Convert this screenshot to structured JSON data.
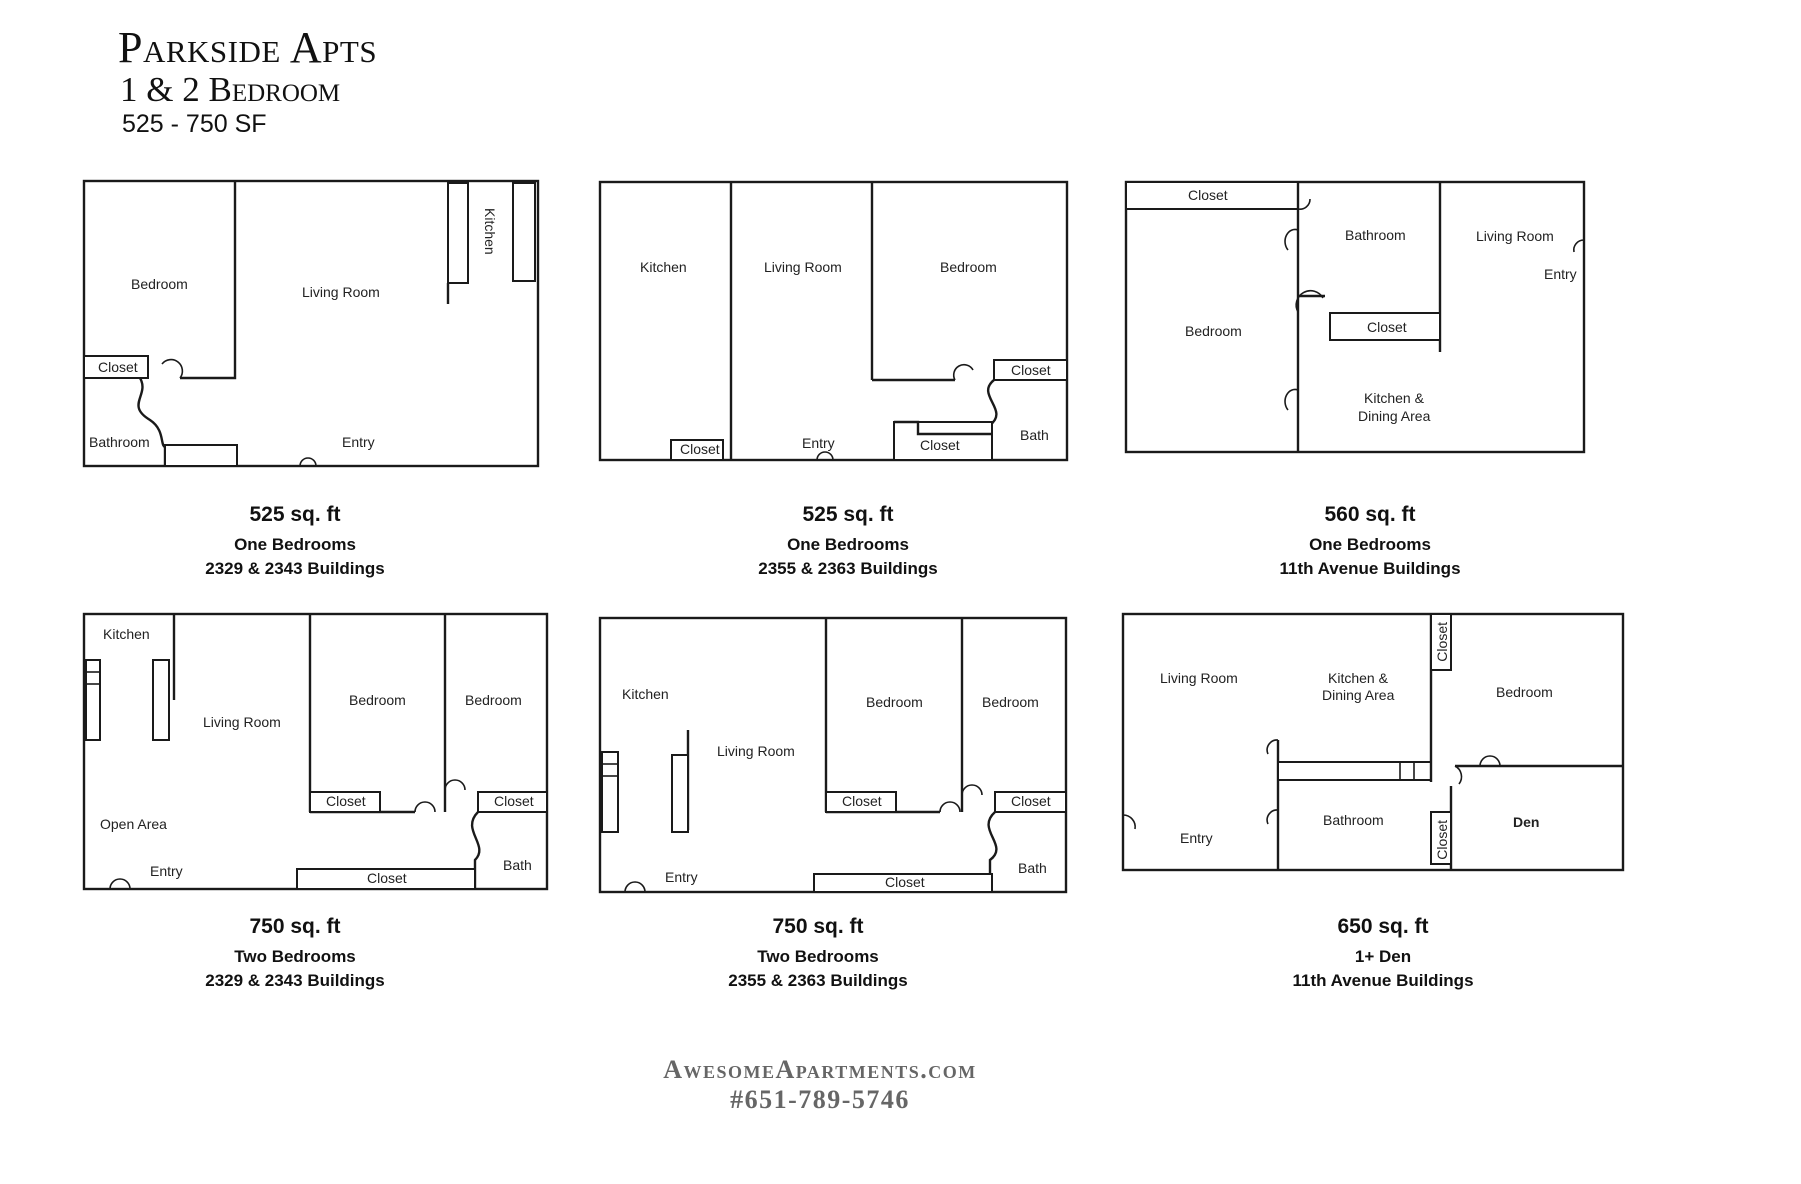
{
  "header": {
    "title": "Parkside Apts",
    "subtitle": "1 & 2 Bedroom",
    "size_range": "525 - 750 SF"
  },
  "plans": [
    {
      "rooms": {
        "bedroom": "Bedroom",
        "living": "Living Room",
        "kitchen": "Kitchen",
        "closet": "Closet",
        "bathroom": "Bathroom",
        "entry": "Entry"
      },
      "area": "525 sq. ft",
      "line1": "One Bedrooms",
      "line2": "2329 & 2343 Buildings"
    },
    {
      "rooms": {
        "kitchen": "Kitchen",
        "living": "Living Room",
        "bedroom": "Bedroom",
        "closet_a": "Closet",
        "closet_b": "Closet",
        "closet_c": "Closet",
        "entry": "Entry",
        "bath": "Bath"
      },
      "area": "525 sq. ft",
      "line1": "One Bedrooms",
      "line2": "2355 & 2363 Buildings"
    },
    {
      "rooms": {
        "closet_a": "Closet",
        "bathroom": "Bathroom",
        "living": "Living Room",
        "entry": "Entry",
        "bedroom": "Bedroom",
        "closet_b": "Closet",
        "kitchen": "Kitchen &",
        "kitchen2": "Dining Area"
      },
      "area": "560 sq. ft",
      "line1": "One Bedrooms",
      "line2": "11th Avenue Buildings"
    },
    {
      "rooms": {
        "kitchen": "Kitchen",
        "living": "Living Room",
        "bedroom_a": "Bedroom",
        "bedroom_b": "Bedroom",
        "closet_a": "Closet",
        "closet_b": "Closet",
        "open": "Open Area",
        "entry": "Entry",
        "closet_c": "Closet",
        "bath": "Bath"
      },
      "area": "750 sq. ft",
      "line1": "Two Bedrooms",
      "line2": "2329 & 2343 Buildings"
    },
    {
      "rooms": {
        "kitchen": "Kitchen",
        "living": "Living Room",
        "bedroom_a": "Bedroom",
        "bedroom_b": "Bedroom",
        "closet_a": "Closet",
        "closet_b": "Closet",
        "entry": "Entry",
        "closet_c": "Closet",
        "bath": "Bath"
      },
      "area": "750 sq. ft",
      "line1": "Two Bedrooms",
      "line2": "2355 & 2363 Buildings"
    },
    {
      "rooms": {
        "living": "Living Room",
        "kitchen": "Kitchen &",
        "kitchen2": "Dining Area",
        "closet_a": "Closet",
        "bedroom": "Bedroom",
        "entry": "Entry",
        "bathroom": "Bathroom",
        "closet_b": "Closet",
        "den": "Den"
      },
      "area": "650 sq. ft",
      "line1": "1+ Den",
      "line2": "11th Avenue Buildings"
    }
  ],
  "footer": {
    "website": "AwesomeApartments.com",
    "phone": "#651-789-5746"
  }
}
